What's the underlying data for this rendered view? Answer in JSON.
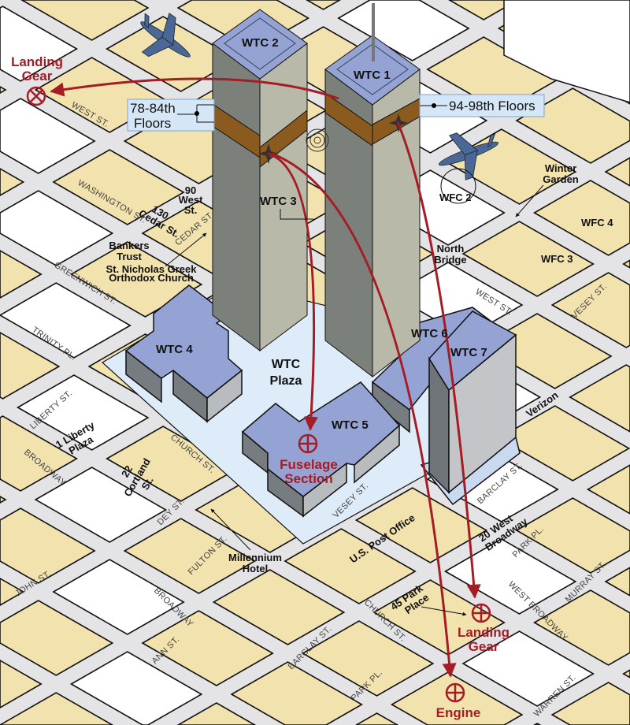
{
  "colors": {
    "street": "#e4e4e6",
    "block": "#f2e2ae",
    "plaza": "#deebf8",
    "building_top": "#94a3d4",
    "debris": "#a51c24",
    "plane": "#4a6895"
  },
  "towers": {
    "wtc1": "WTC 1",
    "wtc2": "WTC 2",
    "wtc3": "WTC 3"
  },
  "buildings": {
    "wtc4": "WTC 4",
    "wtc5": "WTC 5",
    "wtc6": "WTC 6",
    "wtc7": "WTC 7",
    "plaza": [
      "WTC",
      "Plaza"
    ],
    "wfc2": "WFC 2",
    "wfc3": "WFC 3",
    "wfc4": "WFC 4",
    "winter_garden": [
      "Winter",
      "Garden"
    ],
    "north_bridge": [
      "North",
      "Bridge"
    ],
    "west90": [
      "90",
      "West",
      "St."
    ],
    "cedar130": [
      "130",
      "Cedar St."
    ],
    "bankers": [
      "Bankers",
      "Trust"
    ],
    "nicholas": [
      "St. Nicholas Greek",
      "Orthodox Church"
    ],
    "liberty1": [
      "1 Liberty",
      "Plaza"
    ],
    "cortland22": [
      "22",
      "Cortland",
      "St."
    ],
    "millennium": [
      "Millennium",
      "Hotel"
    ],
    "post_office": "U.S. Post Office",
    "verizon": "Verizon",
    "west_broadway20": [
      "20 West",
      "Broadway"
    ],
    "park45": [
      "45 Park",
      "Place"
    ]
  },
  "callouts": {
    "wtc2_floors": [
      "78-84th",
      "Floors"
    ],
    "wtc1_floors": "94-98th Floors"
  },
  "debris": {
    "landing_gear_nw": [
      "Landing",
      "Gear"
    ],
    "fuselage": [
      "Fuselage",
      "Section"
    ],
    "landing_gear_ne": [
      "Landing",
      "Gear"
    ],
    "engine": "Engine"
  },
  "streets": {
    "west_nw": "WEST ST.",
    "washington": "WASHINGTON ST.",
    "cedar": "CEDAR ST.",
    "greenwich": "GREENWICH ST.",
    "trinity": "TRINITY PL.",
    "liberty": "LIBERTY ST.",
    "broadway1": "BROADWAY",
    "church1": "CHURCH ST.",
    "dey": "DEY ST.",
    "fulton": "FULTON ST.",
    "john": "JOHN ST.",
    "broadway2": "BROADWAY",
    "ann": "ANN ST.",
    "barclay1": "BARCLAY ST.",
    "park1": "PARK PL.",
    "church2": "CHURCH ST.",
    "vesey1": "VESEY ST.",
    "barclay2": "BARCLAY ST.",
    "park2": "PARK PL.",
    "west_broadway": "WEST BROADWAY",
    "murray": "MURRAY ST.",
    "warren": "WARREN ST.",
    "west_ne": "WEST ST.",
    "vesey2": "VESEY ST."
  }
}
